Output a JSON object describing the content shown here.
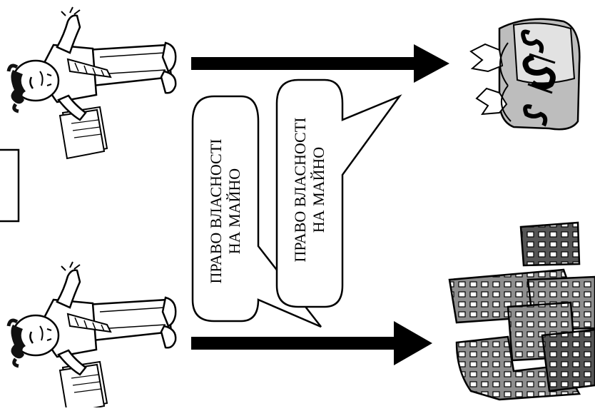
{
  "bubbles": [
    {
      "line1": "ПРАВО ВЛАСНОСТІ",
      "line2": "НА МАЙНО"
    },
    {
      "line1": "ПРАВО ВЛАСНОСТІ",
      "line2": "НА МАЙНО"
    }
  ],
  "icons": {
    "person": "businessman-icon",
    "money": "money-bags-icon",
    "buildings": "buildings-icon"
  },
  "colors": {
    "ink": "#000000",
    "fill_gray": "#9a9a9a",
    "fill_dark": "#5a5a5a"
  }
}
